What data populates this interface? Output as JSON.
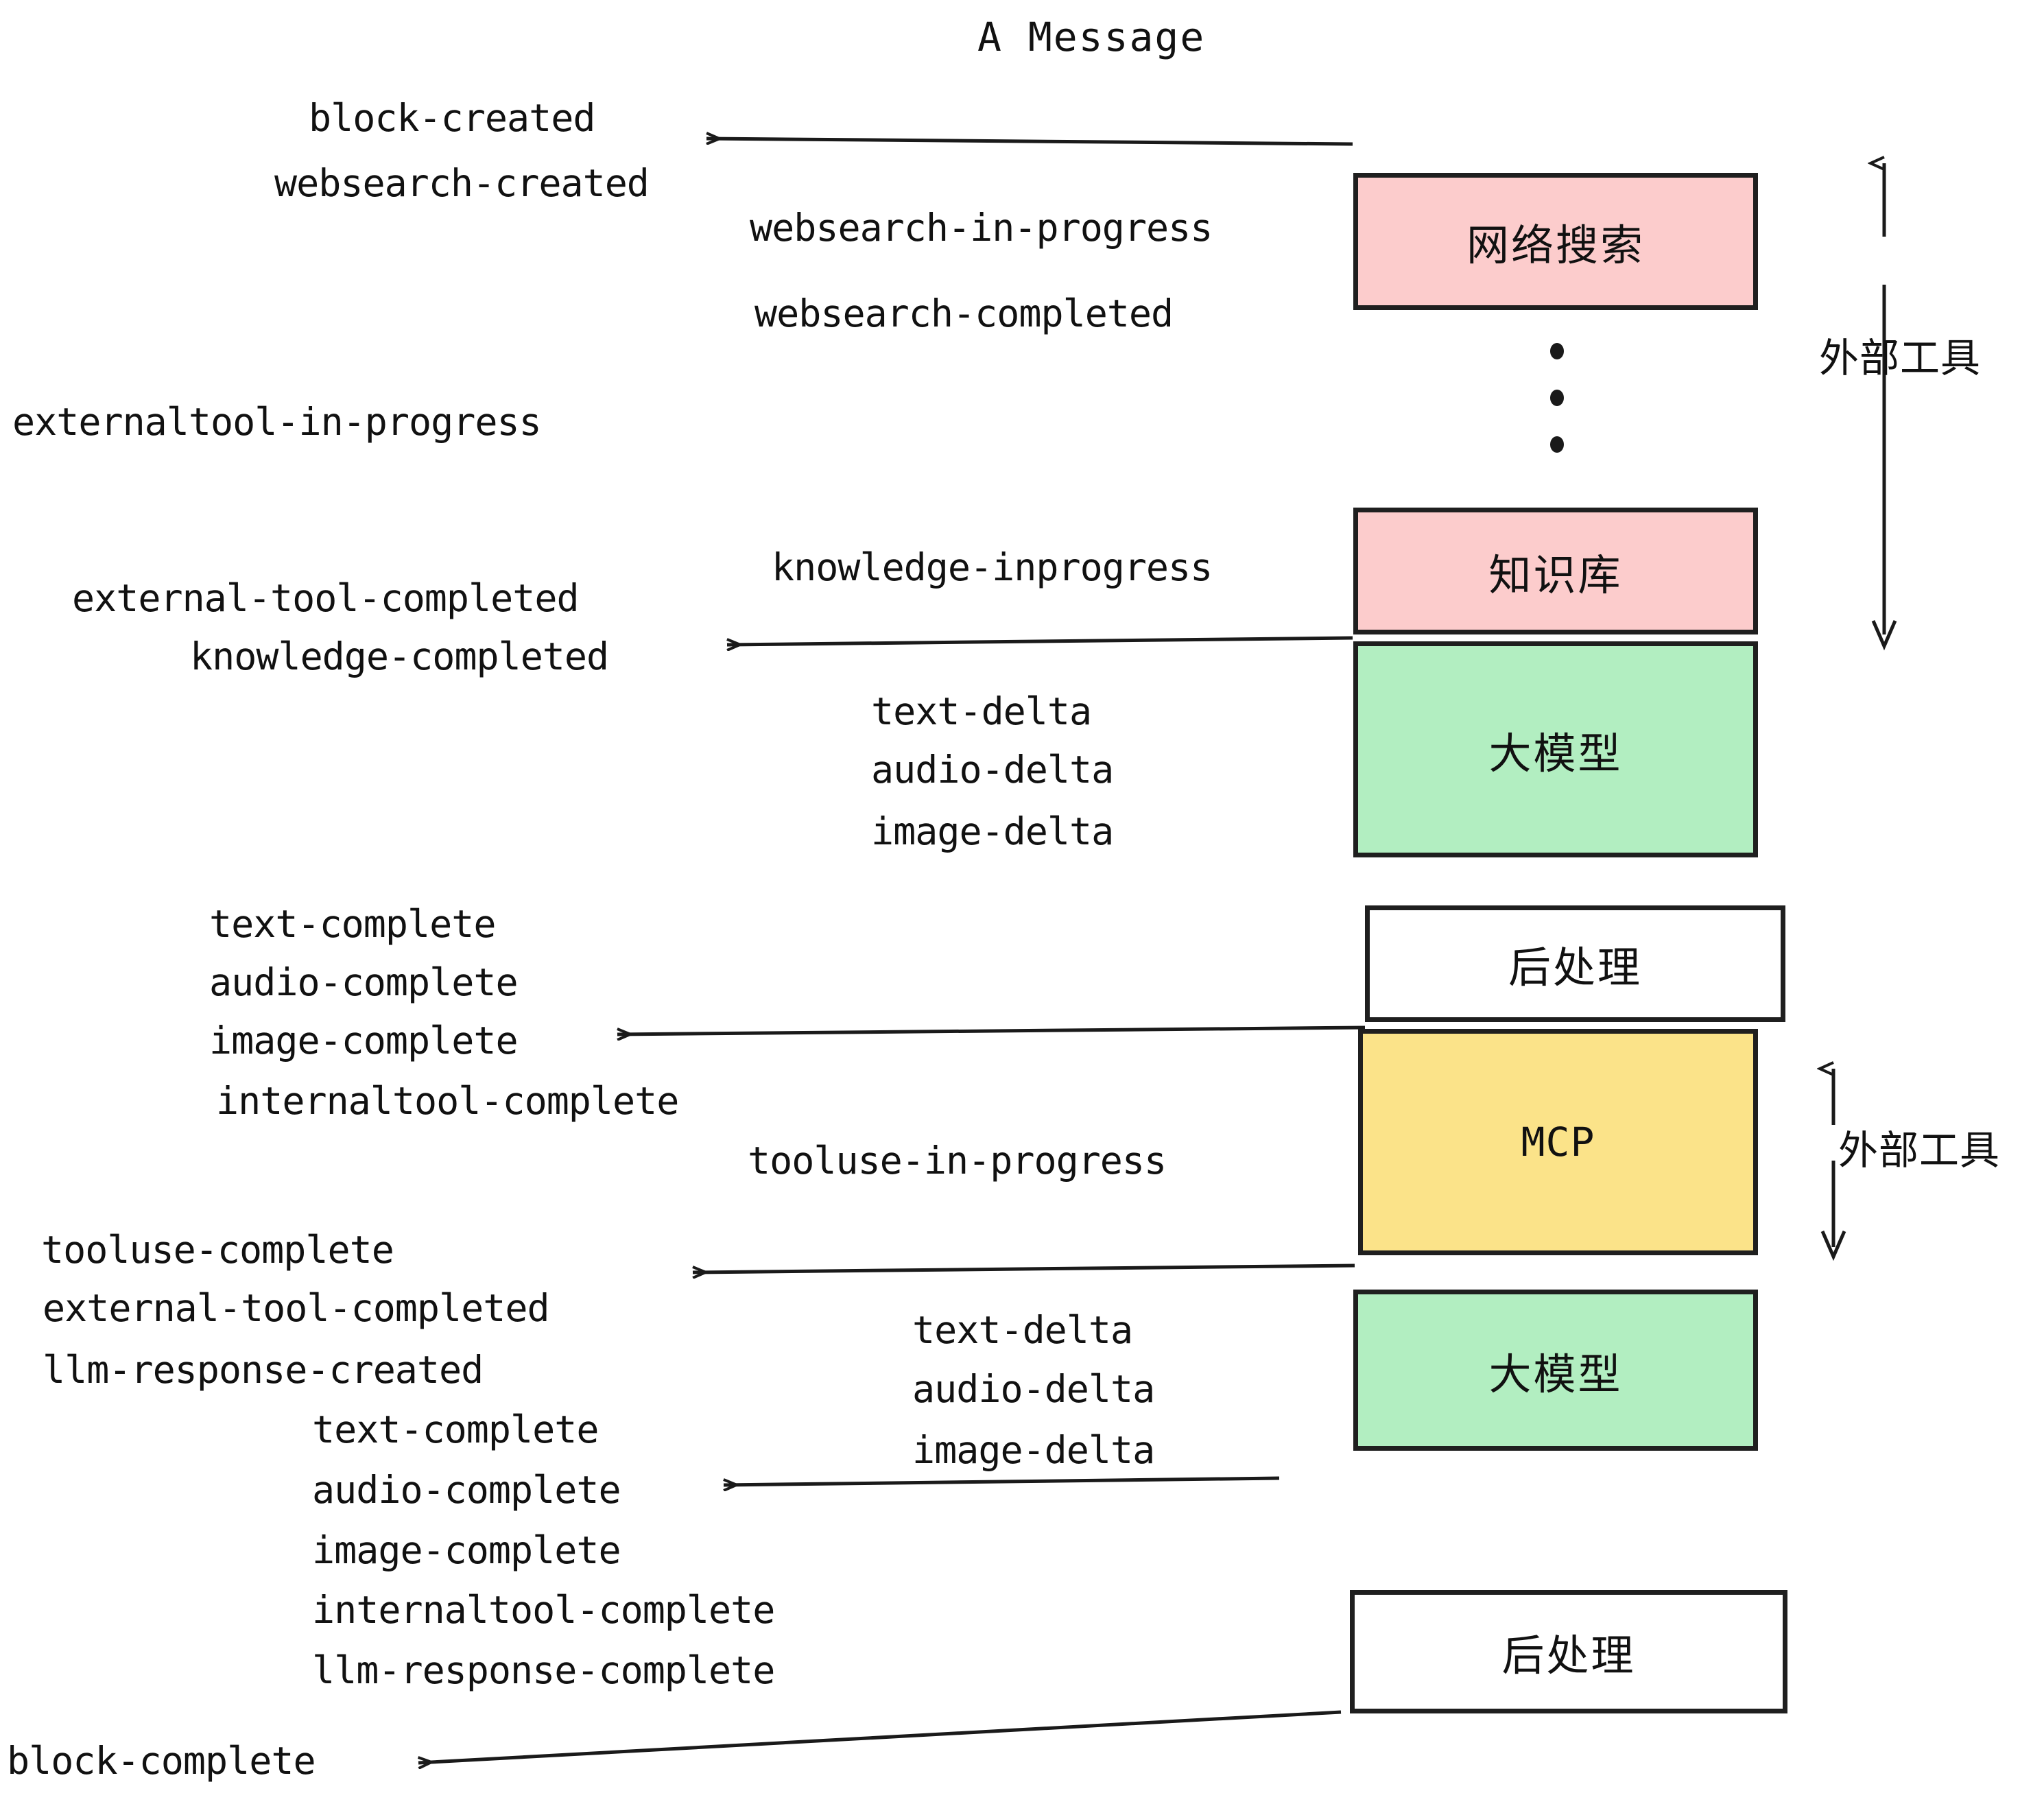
{
  "title": "A Message",
  "boxes": [
    {
      "id": "websearch",
      "label": "网络搜索",
      "color": "#fccccc",
      "kind": "cjk"
    },
    {
      "id": "knowledge",
      "label": "知识库",
      "color": "#fccccc",
      "kind": "cjk"
    },
    {
      "id": "llm-top",
      "label": "大模型",
      "color": "#b2eec1",
      "kind": "cjk"
    },
    {
      "id": "postprocess-top",
      "label": "后处理",
      "color": "#ffffff",
      "kind": "cjk"
    },
    {
      "id": "mcp",
      "label": "MCP",
      "color": "#fbe389",
      "kind": "latin"
    },
    {
      "id": "llm-bottom",
      "label": "大模型",
      "color": "#b2eec1",
      "kind": "cjk"
    },
    {
      "id": "postprocess-bottom",
      "label": "后处理",
      "color": "#ffffff",
      "kind": "cjk"
    }
  ],
  "side_labels": [
    {
      "id": "external-tools-top",
      "text": "外部工具"
    },
    {
      "id": "external-tools-bottom",
      "text": "外部工具"
    }
  ],
  "events": {
    "block_created": "block-created",
    "websearch_created": "websearch-created",
    "websearch_in_progress": "websearch-in-progress",
    "websearch_completed": "websearch-completed",
    "externaltool_in_progress": "externaltool-in-progress",
    "knowledge_inprogress": "knowledge-inprogress",
    "external_tool_completed_1": "external-tool-completed",
    "knowledge_completed": "knowledge-completed",
    "text_delta_1": "text-delta",
    "audio_delta_1": "audio-delta",
    "image_delta_1": "image-delta",
    "text_complete_1": "text-complete",
    "audio_complete_1": "audio-complete",
    "image_complete_1": "image-complete",
    "internaltool_complete_1": "internaltool-complete",
    "tooluse_in_progress": "tooluse-in-progress",
    "tooluse_complete": "tooluse-complete",
    "external_tool_completed_2": "external-tool-completed",
    "llm_response_created": "llm-response-created",
    "text_delta_2": "text-delta",
    "audio_delta_2": "audio-delta",
    "image_delta_2": "image-delta",
    "text_complete_2": "text-complete",
    "audio_complete_2": "audio-complete",
    "image_complete_2": "image-complete",
    "internaltool_complete_2": "internaltool-complete",
    "llm_response_complete": "llm-response-complete",
    "block_complete": "block-complete"
  },
  "colors": {
    "pink": "#fccccc",
    "green": "#b2eec1",
    "yellow": "#fbe389",
    "white": "#ffffff",
    "stroke": "#1f1f1f"
  }
}
